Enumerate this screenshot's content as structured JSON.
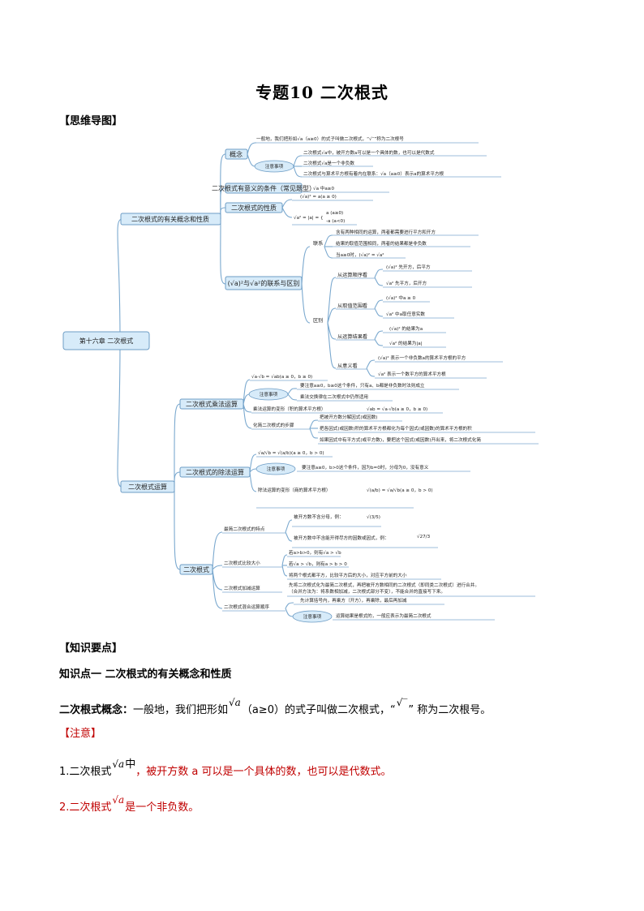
{
  "title": "专题10  二次根式",
  "mindmap_heading": "【思维导图】",
  "knowledge_heading": "【知识要点】",
  "mindmap": {
    "root": "第十六章  二次根式",
    "branch1": "二次根式的有关概念和性质",
    "branch2": "二次根式运算",
    "concept": "概念",
    "concept_leaf1": "一般地，我们把形如√a（a≥0）的式子叫做二次根式，“√‾”称为二次根号",
    "note": "注意事项",
    "concept_note1": "二次根式√a中，被开方数a可以是一个具体的数，也可以是代数式",
    "concept_note2": "二次根式√a是一个非负数",
    "concept_note3": "二次根式与算术平方根有着内在联系：√a（a≥0）表示a的算术平方根",
    "meaningful": "二次根式有意义的条件（常见题型）",
    "meaningful_leaf": "√a  中a≥0",
    "property": "二次根式的性质",
    "prop_leaf1": "(√a)² = a(a ≥ 0)",
    "prop_leaf2a": "√a² = |a| =",
    "prop_leaf2b": "a  (a≥0)",
    "prop_leaf2c": "-a  (a<0)",
    "diff": "(√a)²与√a²的联系与区别",
    "link": "联系",
    "link1": "含有两种相同的运算，两者都需要进行平方和开方",
    "link2": "结果的取值范围相同，两者的结果都是非负数",
    "link3": "当a≥0时，(√a)² = √a²",
    "distinct": "区别",
    "order": "从运算顺序看",
    "order1": "(√a)²  先开方，后平方",
    "order2": "√a²    先平方，后开方",
    "range": "从取值范围看",
    "range1": "(√a)²  中a ≥ 0",
    "range2": "√a²    中a取任意实数",
    "result": "从运算结果看",
    "result1": "(√a)²   的结果为a",
    "result2": "√a²     的结果为|a|",
    "meaning": "从意义看",
    "meaning1": "(√a)²  表示一个非负数a的算术平方根的平方",
    "meaning2": "√a²   表示一个数平方的算术平方根",
    "mul": "二次根式乘法运算",
    "mul1": "√a·√b = √ab(a ≥ 0，b ≥ 0)",
    "mul_note1": "要注意a≥0，b≥0这个条件，只有a、b都是非负数时法则成立",
    "mul_note2": "乘法交换律在二次根式中仍然适用",
    "mul2": "乘法运算的变形（积的算术平方根）",
    "mul2_formula": "√ab = √a·√b(a ≥ 0，b ≥ 0)",
    "simplify": "化简二次根式的步骤",
    "simp1": "把被开方数分解因式(或因数)",
    "simp2": "把各因式(或因数)积的算术平方根都化为每个因式(或因数)的算术平方根的积",
    "simp3": "如果因式中有平方式(或平方数)，要把这个因式(或因数)开出来，将二次根式化简",
    "div": "二次根式的除法运算",
    "div1": "√a/√b = √(a/b)(a ≥ 0，b > 0)",
    "div_note": "要注意a≥0，b>0这个条件，因为b=0时，分母为0，没有意义",
    "div2": "除法运算的变形（商的算术平方根）",
    "div2_formula": "√(a/b) = √a/√b(a ≥ 0，b > 0)",
    "radical": "二次根式",
    "simplest": "最简二次根式的特点",
    "simplest1": "被开方数不含分母，例：",
    "simplest1_ex": "√(3/5)",
    "simplest2": "被开方数中不含能开得尽方的因数或因式，例：",
    "simplest2_ex": "√27/3",
    "compare": "二次根式比较大小",
    "compare1": "若a>b>0，则有√a > √b",
    "compare2": "若√a > √b，则有a > b > 0",
    "compare3": "将两个根式都平方，比较平方后的大小，对应平方前的大小",
    "addsub": "二次根式加减运算",
    "addsub1": "先将二次根式化为最简二次根式，再把被开方数相同的二次根式（即同类二次根式）进行合并。",
    "addsub2": "（合并方法为：将系数相加减，二次根式部分不变），不能合并的直接写下来。",
    "mixed": "二次根式混合运算顺序",
    "mixed1": "先计算括号内，再乘方（开方），再乘除，最后再加减",
    "mixed_note": "运算结果是根式的，一般应表示为最简二次根式"
  },
  "knowledge": {
    "point1_title": "知识点一  二次根式的有关概念和性质",
    "def_label": "二次根式概念：",
    "def_text1": "一般地，我们把形如",
    "def_sqrt": "√a",
    "def_text2": "（a≥0）的式子叫做二次根式，“",
    "def_radical": "√‾",
    "def_text3": "” 称为二次根号。",
    "note_label": "【注意】",
    "note1_a": "1.二次根式",
    "note1_sqrt": "√a",
    "note1_b": "中",
    "note1_c": "，被开方数 a 可以是一个具体的数，也可以是代数式。",
    "note2_a": "2.二次根式",
    "note2_sqrt": "√a",
    "note2_b": "是一个非负数。"
  },
  "colors": {
    "node_fill": "#d7ebf9",
    "node_stroke": "#6e9dc5",
    "line": "#7ba9cf",
    "red": "#c00000"
  }
}
